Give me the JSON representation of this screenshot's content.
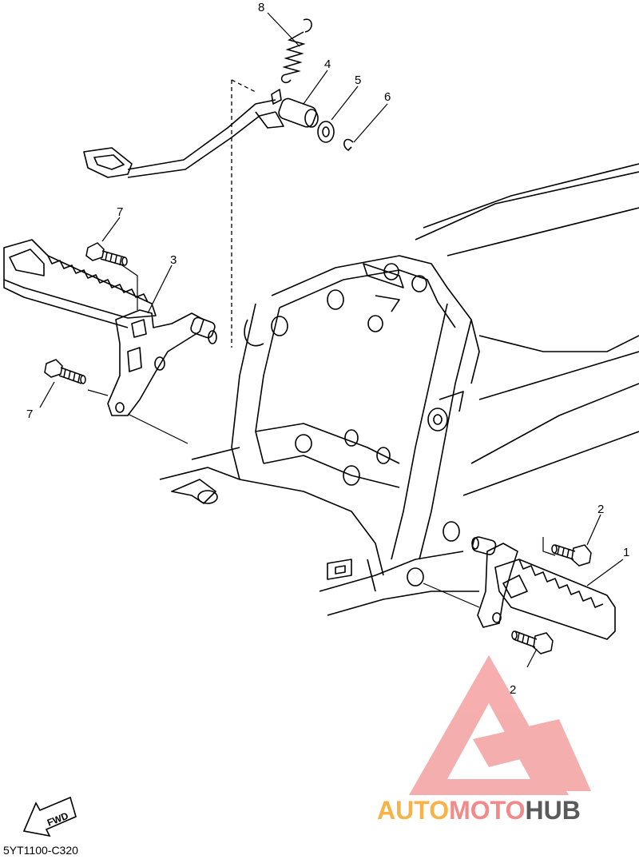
{
  "callouts": {
    "c1": "1",
    "c2a": "2",
    "c2b": "2",
    "c3": "3",
    "c4": "4",
    "c5": "5",
    "c6": "6",
    "c7a": "7",
    "c7b": "7",
    "c8": "8"
  },
  "fwd_label": "FWD",
  "diagram_code": "5YT1100-C320",
  "watermark": {
    "part1": "AUTO",
    "part2": "MOTO",
    "part3": "HUB",
    "color1": "#f7b347",
    "color2": "#f28a8a",
    "color3": "#5a5a5a"
  },
  "colors": {
    "line": "#000000",
    "watermark_triangle": "#f4a0a0"
  }
}
